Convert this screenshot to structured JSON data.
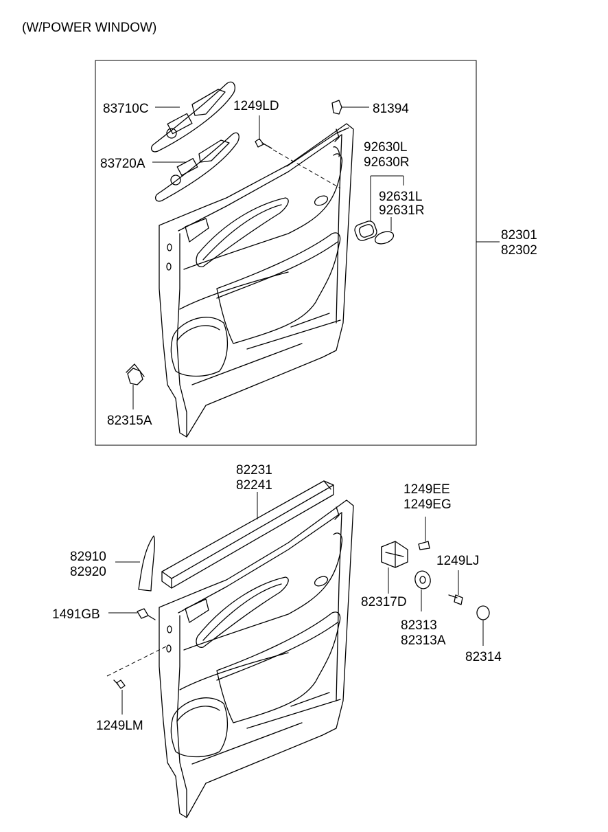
{
  "header": {
    "title": "(W/POWER WINDOW)"
  },
  "labels": {
    "p83710C": "83710C",
    "p1249LD": "1249LD",
    "p81394": "81394",
    "p92630L": "92630L",
    "p92630R": "92630R",
    "p83720A": "83720A",
    "p92631L": "92631L",
    "p92631R": "92631R",
    "p82301": "82301",
    "p82302": "82302",
    "p82315A": "82315A",
    "p82231": "82231",
    "p82241": "82241",
    "p1249EE": "1249EE",
    "p1249EG": "1249EG",
    "p82910": "82910",
    "p82920": "82920",
    "p1249LJ": "1249LJ",
    "p1491GB": "1491GB",
    "p82317D": "82317D",
    "p82313": "82313",
    "p82313A": "82313A",
    "p82314": "82314",
    "p1249LM": "1249LM"
  }
}
